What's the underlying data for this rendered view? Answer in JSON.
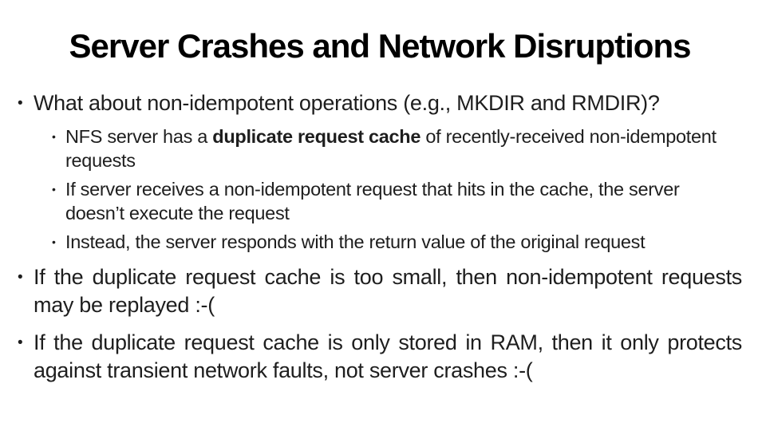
{
  "slide": {
    "title": "Server Crashes and Network Disruptions",
    "bullet_char": "•",
    "colors": {
      "background": "#ffffff",
      "title_text": "#000000",
      "body_text": "#1e1e1e"
    },
    "bullets": {
      "intro": "What about non-idempotent operations (e.g., MKDIR and RMDIR)?",
      "sub_nfs": {
        "prefix": "NFS server has a ",
        "bold": "duplicate request cache",
        "suffix": " of recently-received non-idempotent requests"
      },
      "sub_hit": "If server receives a non-idempotent request that hits in the cache, the server doesn’t execute the request",
      "sub_instead": "Instead, the server responds with the return value of the original request",
      "too_small": "If the duplicate request cache is too small, then non-idempotent requests may be replayed :-(",
      "ram_only": "If the duplicate request cache is only stored in RAM, then it only protects against transient network faults, not server crashes :-("
    }
  }
}
